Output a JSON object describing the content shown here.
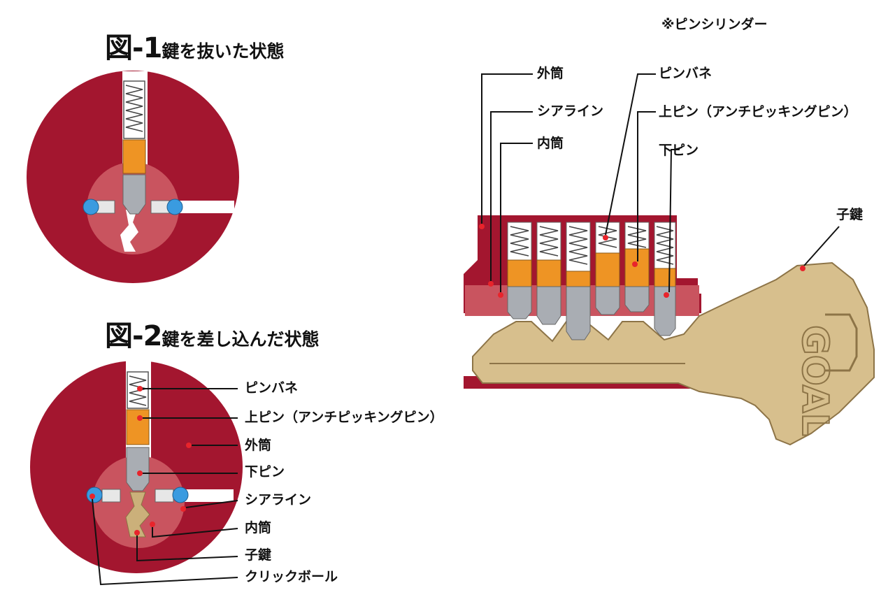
{
  "colors": {
    "outer_cylinder": "#a3162f",
    "inner_cylinder": "#c9545f",
    "pin_orange": "#ee9424",
    "pin_gray": "#a9adb3",
    "click_ball": "#3a9be0",
    "key_brass": "#d7bf8d",
    "marker_red": "#e8242b",
    "leader": "#111111"
  },
  "figure1": {
    "title_num": "図-1",
    "title_text": "鍵を抜いた状態"
  },
  "figure2": {
    "title_num": "図-2",
    "title_text": "鍵を差し込んだ状態",
    "labels": [
      "ピンバネ",
      "上ピン（アンチピッキングピン）",
      "外筒",
      "下ピン",
      "シアライン",
      "内筒",
      "子鍵",
      "クリックボール"
    ]
  },
  "cylinder_view": {
    "note": "※ピンシリンダー",
    "labels": [
      "外筒",
      "シアライン",
      "内筒",
      "ピンバネ",
      "上ピン（アンチピッキングピン）",
      "下ピン",
      "子鍵"
    ],
    "key_brand": "GOAL"
  }
}
